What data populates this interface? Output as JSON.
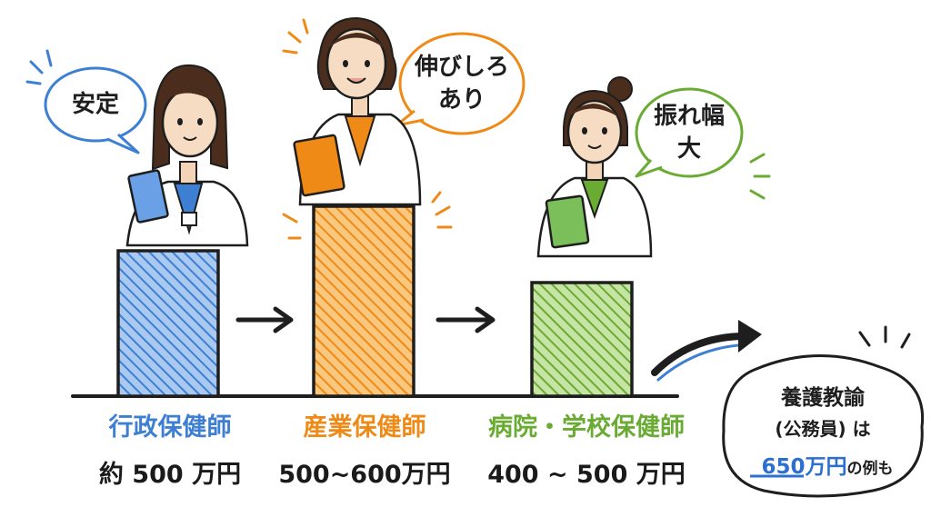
{
  "colors": {
    "admin": "#3d7fd3",
    "industry": "#ef8a17",
    "hospital": "#6aab34",
    "ink": "#1e1e1e",
    "school_note": "#2c6fd0"
  },
  "careers": [
    {
      "category": "行政保健師",
      "salary": "約 500 万円",
      "bubble": [
        "安定"
      ],
      "relative_level": 0.55
    },
    {
      "category": "産業保健師",
      "salary": "500~600万円",
      "bubble": [
        "伸びしろ",
        "あり"
      ],
      "relative_level": 0.72
    },
    {
      "category": "病院・学校保健師",
      "salary": "400 ~ 500 万円",
      "bubble": [
        "振れ幅",
        "大"
      ],
      "relative_level": 0.43
    }
  ],
  "note": {
    "line1": "養護教諭",
    "line2": "(公務員) は",
    "highlight": "650万円",
    "rest": "の例も"
  }
}
